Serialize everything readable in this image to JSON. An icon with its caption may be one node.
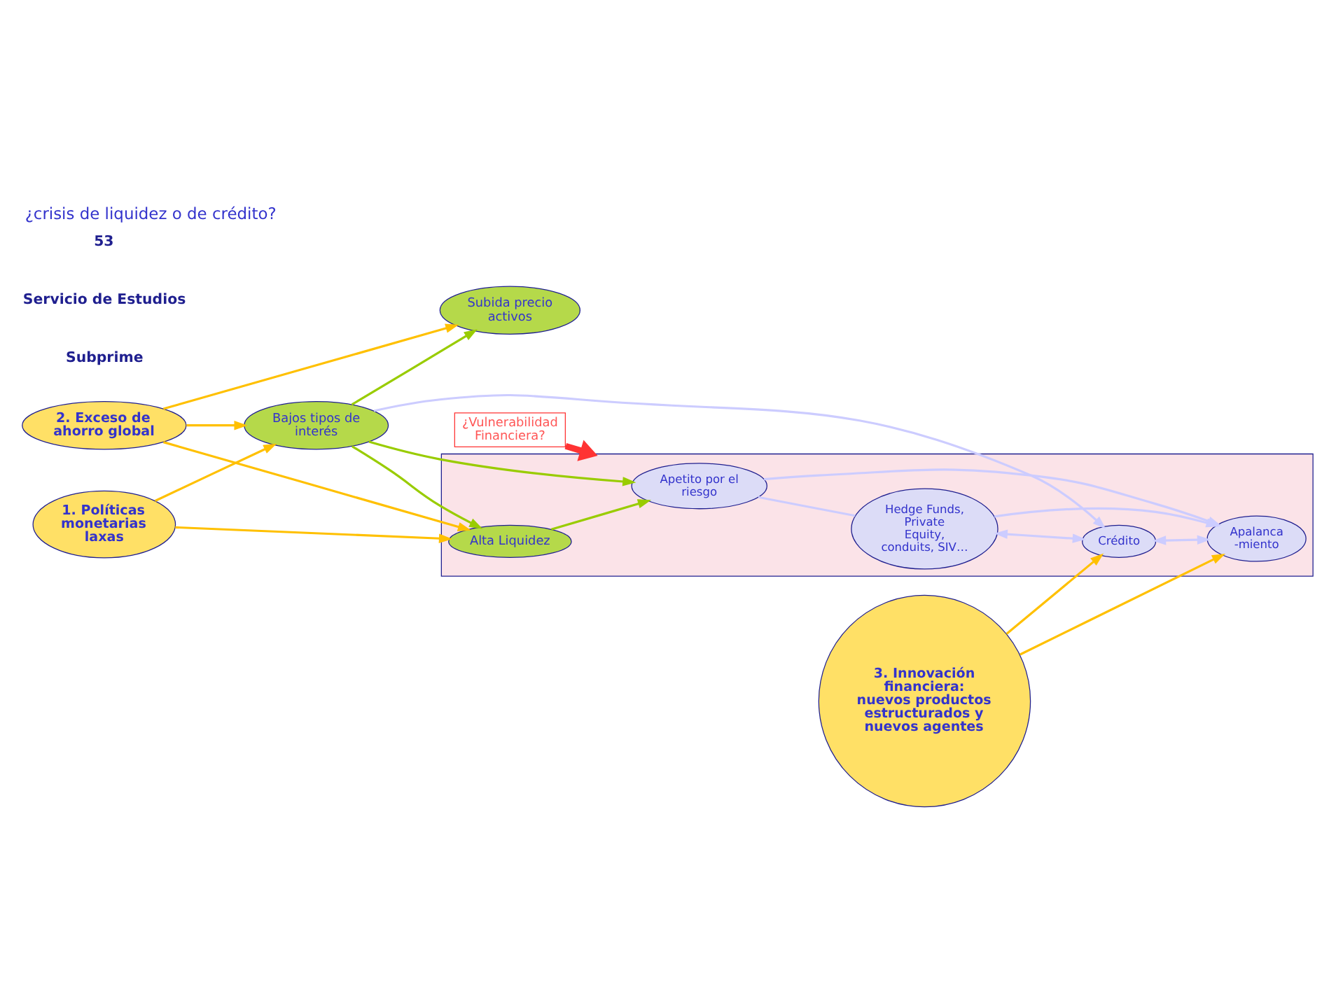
{
  "diagram": {
    "title": "¿crisis de liquidez o de crédito?",
    "nodes": [
      {
        "text": [
          "1. Políticas monetarias laxas"
        ]
      },
      {
        "text": [
          "Bajos tipos de interés"
        ]
      },
      {
        "text": [
          "Subida precio activos"
        ]
      },
      {
        "text": [
          "¿Vulnerabilidad Financiera?"
        ]
      },
      {
        "text": [],
        "shape": "box"
      },
      {
        "text": [
          "Apetito por el riesgo"
        ],
        "in": 4
      },
      {
        "text": [
          "Alta Liquidez"
        ],
        "in": 4
      },
      {
        "text": [
          "2. Exceso de ahorro global"
        ]
      },
      {
        "text": [
          "Hedge Funds, Private Equity, conduits, SIV…"
        ],
        "in": 4
      },
      {
        "text": [
          "Crédito"
        ],
        "in": 4
      },
      {
        "text": [
          "3. Innovación financiera: nuevos productos estructurados y nuevos agentes"
        ]
      },
      {
        "text": [
          "Apalanca -miento"
        ],
        "in": 4
      }
    ],
    "edges": [
      {
        "from": 0,
        "to": 1,
        "arrow": "to",
        "color": "#ffc000"
      },
      {
        "from": 0,
        "to": 6,
        "arrow": "to",
        "color": "#ffc000"
      },
      {
        "from": 1,
        "to": 2,
        "arrow": "to",
        "color": "#99cc00"
      },
      {
        "from": 1,
        "to": 5,
        "arrow": "to",
        "color": "#99cc00"
      },
      {
        "from": 1,
        "to": 6,
        "arrow": "to",
        "color": "#99cc00"
      },
      {
        "from": 6,
        "to": 5,
        "arrow": "to",
        "color": "#99cc00"
      },
      {
        "from": 7,
        "to": 1,
        "arrow": "to",
        "color": "#ffc000"
      },
      {
        "from": 7,
        "to": 6,
        "arrow": "to",
        "color": "#ffc000"
      },
      {
        "from": 7,
        "to": 2,
        "arrow": "to",
        "color": "#ffc000"
      },
      {
        "from": 3,
        "to": 4,
        "arrow": "to",
        "style": "thick",
        "color": "#ff3333"
      },
      {
        "from": 5,
        "to": 8,
        "arrow": "none",
        "color": "#ccccff"
      },
      {
        "from": 5,
        "to": 11,
        "arrow": "to",
        "color": "#ccccff"
      },
      {
        "from": 1,
        "to": 9,
        "arrow": "to",
        "color": "#ccccff"
      },
      {
        "from": 8,
        "to": 9,
        "arrow": "both",
        "color": "#ccccff"
      },
      {
        "from": 9,
        "to": 11,
        "arrow": "both",
        "color": "#ccccff"
      },
      {
        "from": 8,
        "to": 11,
        "arrow": "to",
        "color": "#ccccff"
      },
      {
        "from": 10,
        "to": 9,
        "arrow": "to",
        "color": "#ffc000"
      },
      {
        "from": 10,
        "to": 11,
        "arrow": "to",
        "color": "#ffc000"
      }
    ],
    "labels": [
      "Subprime",
      "Servicio de Estudios",
      "53"
    ]
  }
}
